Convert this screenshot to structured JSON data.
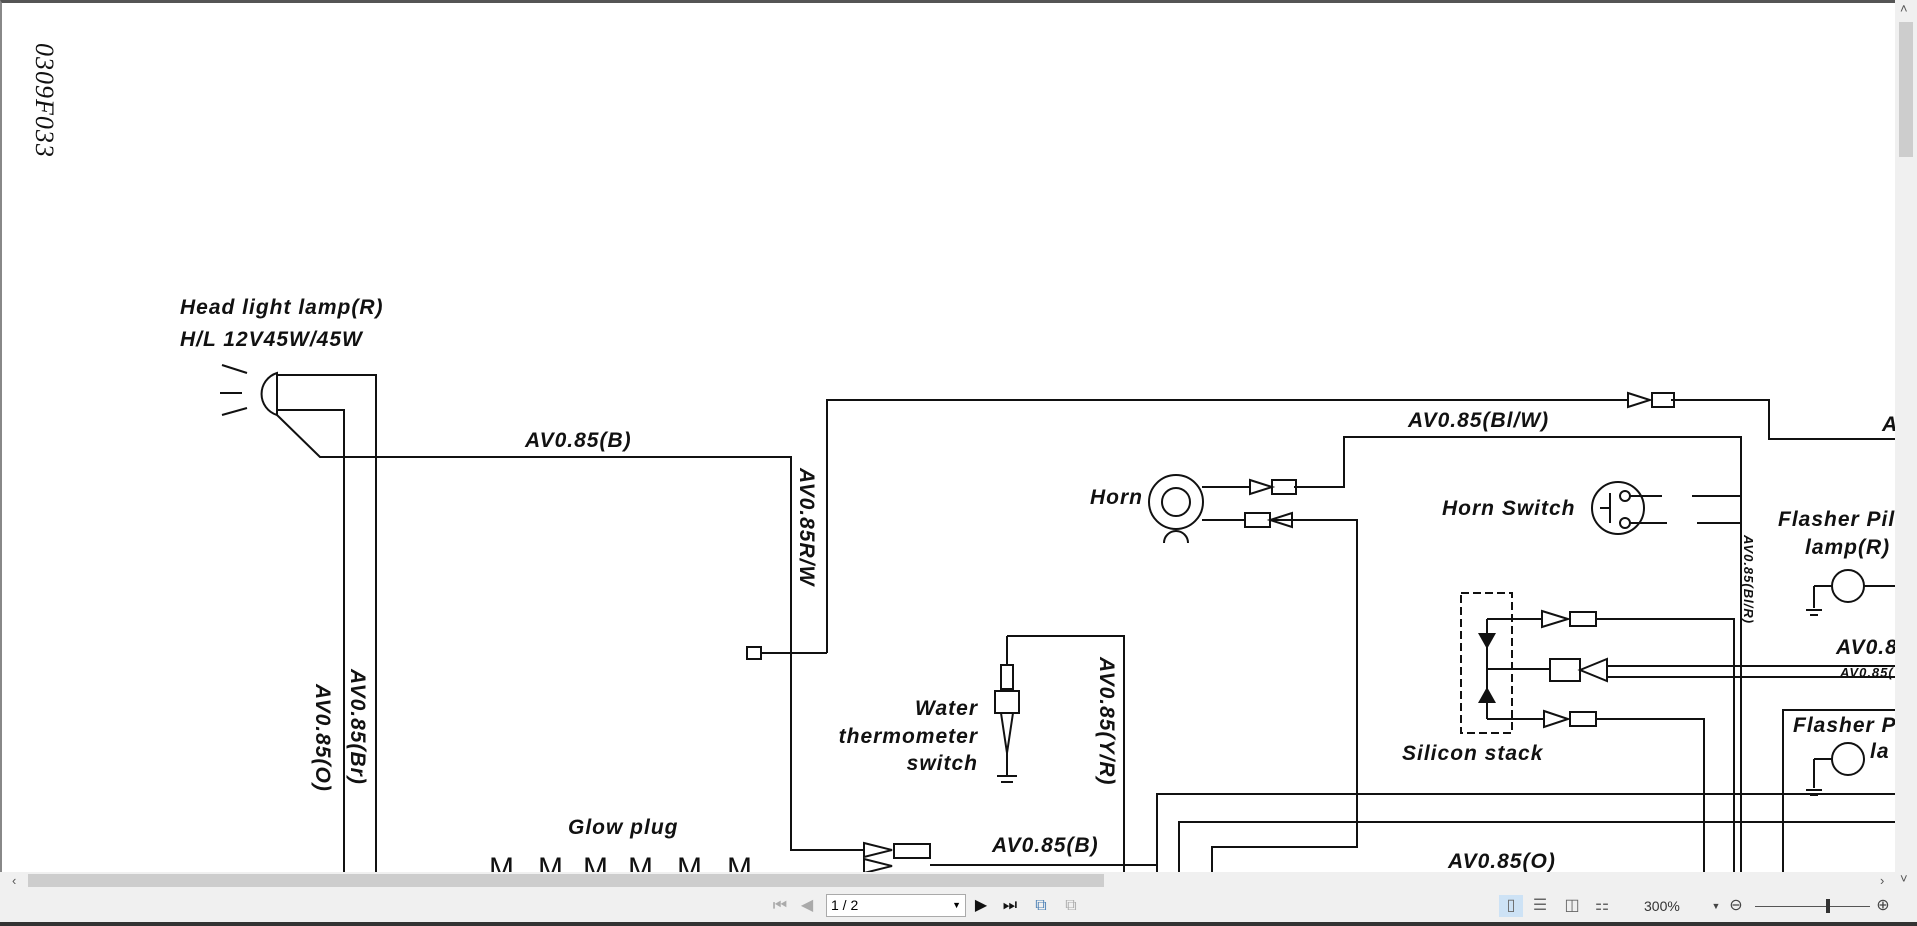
{
  "document": {
    "drawing_number": "0309F033",
    "labels": {
      "headlight_title": "Head light lamp(R)",
      "headlight_spec": "H/L 12V45W/45W",
      "wire_b_top": "AV0.85(B)",
      "wire_rw": "AV0.85R/W",
      "wire_blw": "AV0.85(Bl/W)",
      "horn": "Horn",
      "horn_switch": "Horn Switch",
      "wire_blr": "AV0.85(Bl/R)",
      "flasher_r_1": "Flasher Pil",
      "flasher_r_2": "lamp(R)",
      "wire_right_1": "AV0.8",
      "wire_right_2": "AV0.85(",
      "flasher_l_1": "Flasher P",
      "flasher_l_2": "la",
      "silicon_stack": "Silicon stack",
      "water_1": "Water",
      "water_2": "thermometer",
      "water_3": "switch",
      "wire_yr": "AV0.85(Y/R)",
      "wire_br": "AV0.85(Br)",
      "wire_o_left": "AV0.85(O)",
      "glow_plug": "Glow plug",
      "wire_b_bottom": "AV0.85(B)",
      "wire_o_bottom": "AV0.85(O)",
      "top_right_cut": "A"
    }
  },
  "toolbar": {
    "page_value": "1 / 2",
    "zoom_value": "300%",
    "zoom_level_percent": 300
  }
}
